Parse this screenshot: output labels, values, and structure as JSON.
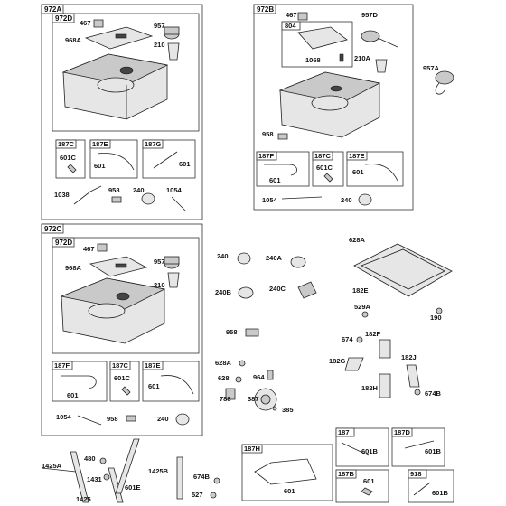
{
  "labels": {
    "g972A": "972A",
    "g972B": "972B",
    "g972C": "972C",
    "s972D_a": "972D",
    "s804": "804",
    "s972D_c": "972D",
    "s187C_a": "187C",
    "s187E_a": "187E",
    "s187G_a": "187G",
    "s187F_b": "187F",
    "s187C_b": "187C",
    "s187E_b": "187E",
    "s187F_c": "187F",
    "s187C_c": "187C",
    "s187E_c": "187E",
    "s187H": "187H",
    "s187": "187",
    "s187D": "187D",
    "s187B": "187B",
    "s918": "918",
    "p467_a": "467",
    "p957_a": "957",
    "p968A_a": "968A",
    "p210_a": "210",
    "p601C_a": "601C",
    "p601_a1": "601",
    "p601_a2": "601",
    "p1038": "1038",
    "p958_a": "958",
    "p240_a": "240",
    "p1054_a": "1054",
    "p467_b": "467",
    "p957D": "957D",
    "p1068": "1068",
    "p210A": "210A",
    "p957A": "957A",
    "p958_b": "958",
    "p601_b1": "601",
    "p601C_b": "601C",
    "p601_b2": "601",
    "p1054_b": "1054",
    "p240_b": "240",
    "p467_c": "467",
    "p957_c": "957",
    "p968A_c": "968A",
    "p210_c": "210",
    "p601_c1": "601",
    "p601C_c": "601C",
    "p601_c2": "601",
    "p1054_c": "1054",
    "p958_c": "958",
    "p240_c": "240",
    "p240_m": "240",
    "p240A": "240A",
    "p240B": "240B",
    "p240C": "240C",
    "p958_m": "958",
    "p628A_m": "628A",
    "p628": "628",
    "p964": "964",
    "p788": "788",
    "p387": "387",
    "p385": "385",
    "p628A_r": "628A",
    "p182E": "182E",
    "p529A": "529A",
    "p190": "190",
    "p674": "674",
    "p182F": "182F",
    "p182J": "182J",
    "p182G": "182G",
    "p182H": "182H",
    "p674B_r": "674B",
    "p601_h": "601",
    "p601B_1": "601B",
    "p601B_2": "601B",
    "p601_s": "601",
    "p601B_3": "601B",
    "p1425A": "1425A",
    "p480": "480",
    "p1431": "1431",
    "p1425B": "1425B",
    "p1425": "1425",
    "p601E": "601E",
    "p674B_b": "674B",
    "p527": "527"
  }
}
